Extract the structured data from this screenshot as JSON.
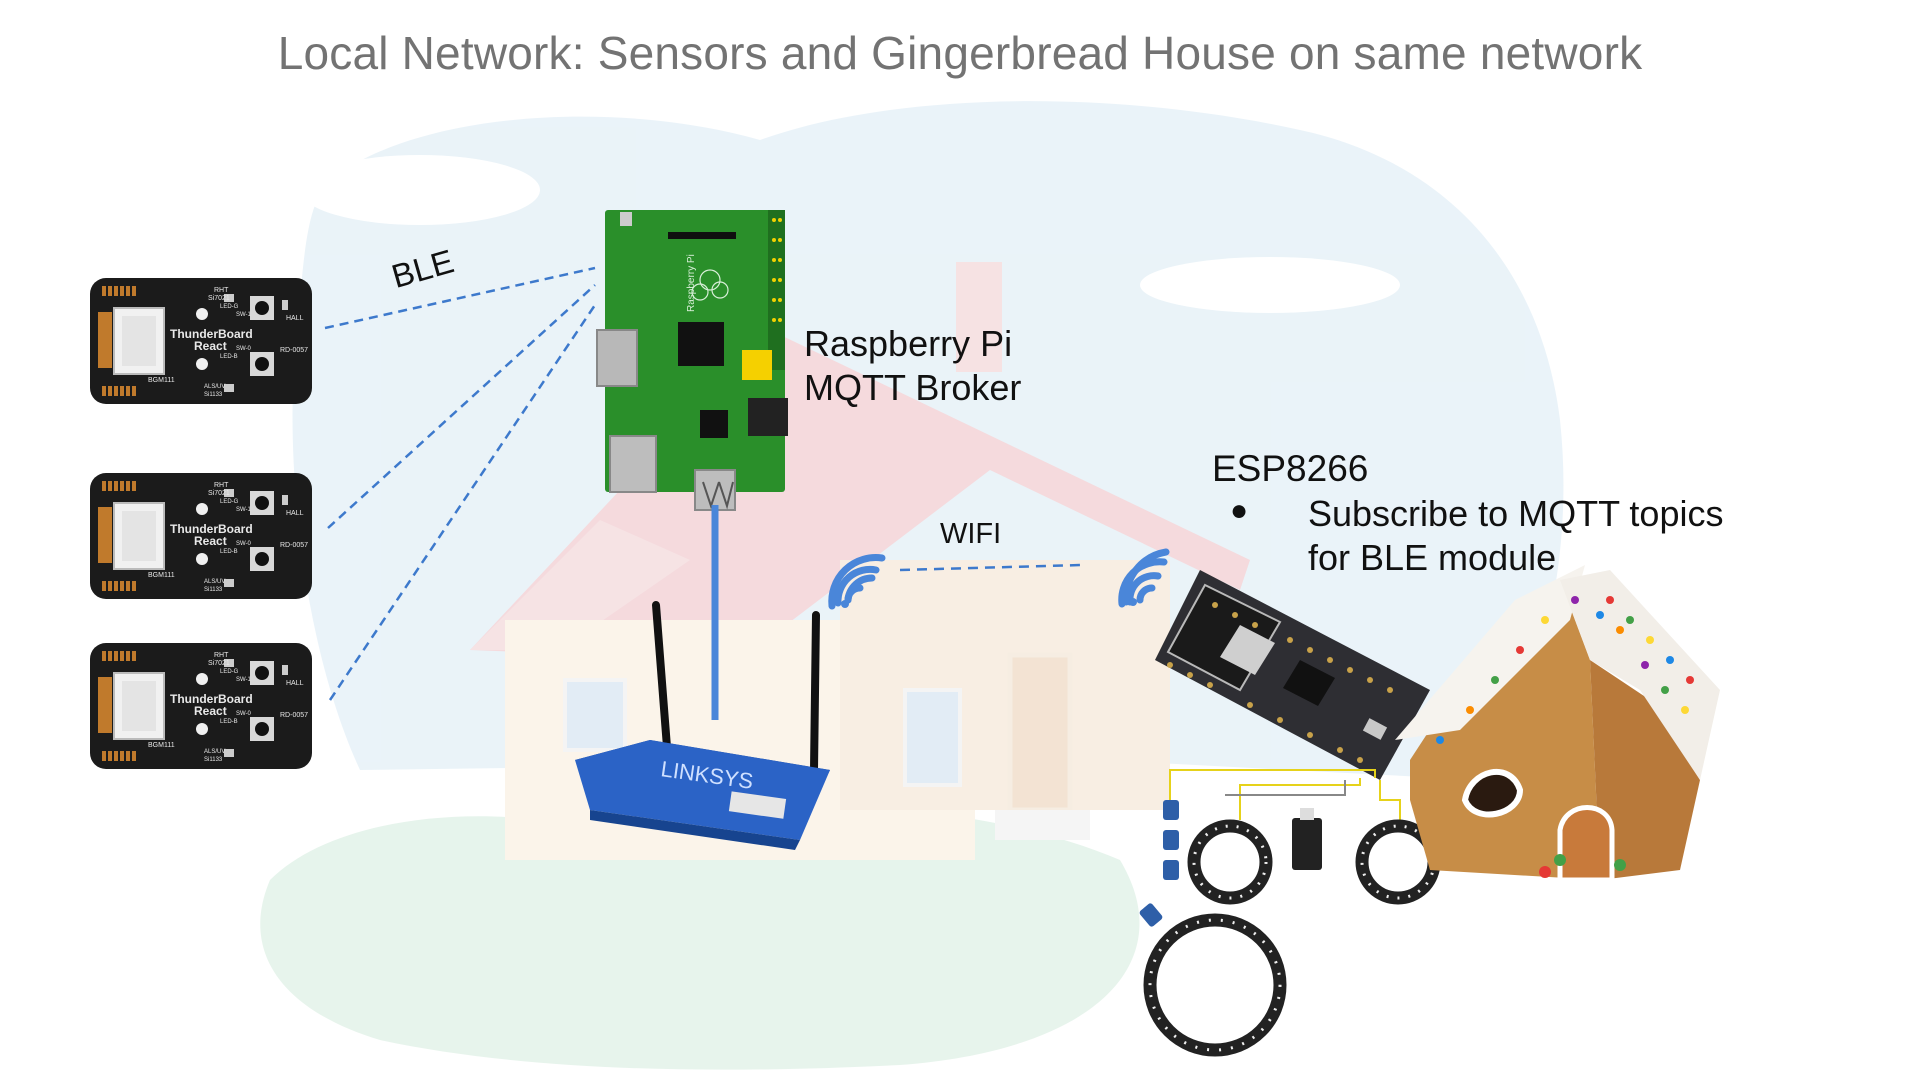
{
  "title": "Local Network:  Sensors and Gingerbread House on same network",
  "labels": {
    "ble": "BLE",
    "pi_line1": "Raspberry Pi",
    "pi_line2": "MQTT Broker",
    "wifi": "WIFI",
    "esp": "ESP8266",
    "bullet_symbol": "●",
    "esp_bullet_line1": "Subscribe to MQTT topics",
    "esp_bullet_line2": "for BLE module"
  },
  "sensor_board": {
    "name_line1": "ThunderBoard",
    "name_line2": "React",
    "part": "RD-0057",
    "chip": "BGM111",
    "rht": "RHT",
    "rht_part": "Si7021",
    "als": "ALS/UV",
    "als_part": "Si1133",
    "hall": "HALL",
    "led_g": "LED-G",
    "led_b": "LED-B",
    "sw1": "SW-1",
    "sw0": "SW-0"
  },
  "router_brand": "LINKSYS",
  "pi_board_text": "Raspberry Pi",
  "colors": {
    "title": "#737373",
    "connector": "#3d79cc",
    "wifi_icon": "#4a86d9",
    "pi_board": "#2a8f2a",
    "sensor_board": "#1b1b1b",
    "router": "#2b63c6",
    "house_roof": "#f2d3d6",
    "house_wall": "#fbf2e6",
    "sky": "#e6f1f8",
    "grass": "#e3f2ea"
  }
}
